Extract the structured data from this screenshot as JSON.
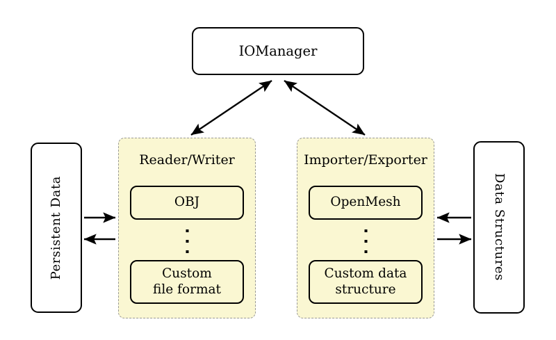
{
  "diagram": {
    "title_node": {
      "label": "IOManager"
    },
    "left_endpoint": {
      "label": "Persistent Data",
      "orientation": "vertical-up"
    },
    "right_endpoint": {
      "label": "Data Structures",
      "orientation": "vertical-down"
    },
    "panels": [
      {
        "id": "reader-writer",
        "title": "Reader/Writer",
        "items": [
          {
            "label": "OBJ"
          },
          {
            "label": "Custom\nfile format",
            "line1": "Custom",
            "line2": "file format"
          }
        ],
        "ellipsis": "vdots"
      },
      {
        "id": "importer-exporter",
        "title": "Importer/Exporter",
        "items": [
          {
            "label": "OpenMesh"
          },
          {
            "label": "Custom data\nstructure",
            "line1": "Custom data",
            "line2": "structure"
          }
        ],
        "ellipsis": "vdots"
      }
    ],
    "connections": [
      {
        "name": "iomanager-to-reader-writer",
        "from": "IOManager",
        "to": "Reader/Writer",
        "direction": "bidirectional",
        "style": "diagonal"
      },
      {
        "name": "iomanager-to-importer-exporter",
        "from": "IOManager",
        "to": "Importer/Exporter",
        "direction": "bidirectional",
        "style": "diagonal"
      },
      {
        "name": "persistent-data-to-reader-writer",
        "from": "Persistent Data",
        "to": "Reader/Writer",
        "direction": "right",
        "style": "horizontal"
      },
      {
        "name": "reader-writer-to-persistent-data",
        "from": "Reader/Writer",
        "to": "Persistent Data",
        "direction": "left",
        "style": "horizontal"
      },
      {
        "name": "data-structures-to-importer-exporter",
        "from": "Data Structures",
        "to": "Importer/Exporter",
        "direction": "left",
        "style": "horizontal"
      },
      {
        "name": "importer-exporter-to-data-structures",
        "from": "Importer/Exporter",
        "to": "Data Structures",
        "direction": "right",
        "style": "horizontal"
      }
    ],
    "colors": {
      "panel_fill": "#FAF7D2",
      "panel_border": "#9A9A96",
      "node_border": "#000000",
      "node_fill": "#FFFFFF",
      "background": "#FFFFFF",
      "stroke": "#000000"
    }
  }
}
